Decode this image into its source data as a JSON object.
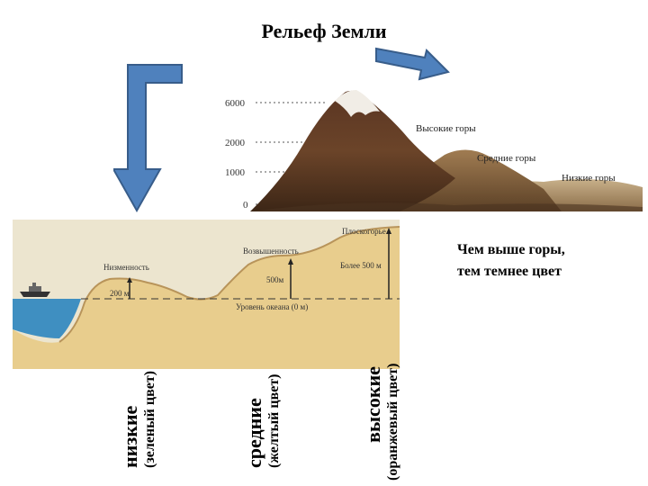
{
  "title": "Рельеф Земли",
  "note": {
    "line1": "Чем выше горы,",
    "line2": "тем темнее цвет"
  },
  "mountain": {
    "height_marks": [
      "6000",
      "2000",
      "1000",
      "0"
    ],
    "labels": {
      "high": "Высокие горы",
      "medium": "Средние горы",
      "low": "Низкие горы"
    }
  },
  "profile": {
    "lowland": "Низменность",
    "lowland_height": "200 м",
    "upland": "Возвышенность",
    "upland_height": "500м",
    "plateau": "Плоскогорье",
    "plateau_height": "Более 500 м",
    "sea_level": "Уровень океана (0 м)"
  },
  "categories": [
    {
      "name": "низкие",
      "color_note": "(зеленый цвет)"
    },
    {
      "name": "средние",
      "color_note": "(желтый цвет)"
    },
    {
      "name": "высокие",
      "color_note": "(оранжевый цвет)"
    }
  ],
  "colors": {
    "arrow_fill": "#4f81bd",
    "arrow_stroke": "#385d8a",
    "sand": "#e9cf93",
    "sea": "#3f8fc1"
  }
}
